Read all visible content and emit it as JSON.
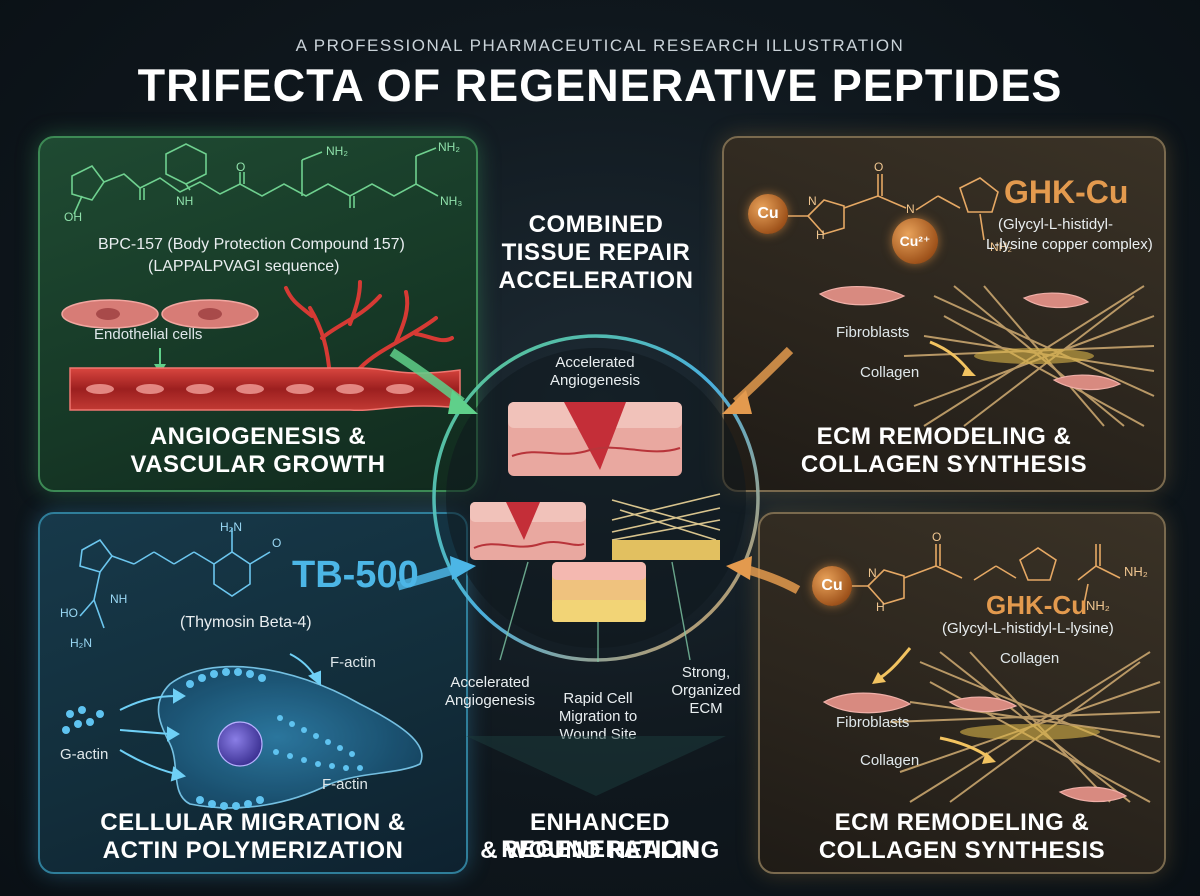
{
  "header": {
    "kicker": "A PROFESSIONAL PHARMACEUTICAL RESEARCH ILLUSTRATION",
    "title": "TRIFECTA OF REGENERATIVE PEPTIDES"
  },
  "bpc": {
    "name_line1": "BPC-157 (Body Protection Compound 157)",
    "name_line2": "(LAPPALPVAGI sequence)",
    "chem_labels": [
      "OH",
      "O",
      "NH",
      "NH₂",
      "NH₂",
      "NH₃"
    ],
    "cells_label": "Endothelial cells",
    "caption_line1": "ANGIOGENESIS &",
    "caption_line2": "VASCULAR GROWTH"
  },
  "ghk_top": {
    "brand": "GHK-Cu",
    "desc_line1": "(Glycyl-L-histidyl-",
    "desc_line2": "L-lysine copper complex)",
    "cu_badge": "Cu",
    "cu2_badge": "Cu²⁺",
    "chem_labels": [
      "N",
      "H",
      "O",
      "N",
      "NH₂"
    ],
    "fibroblasts_label": "Fibroblasts",
    "collagen_label": "Collagen",
    "caption_line1": "ECM REMODELING &",
    "caption_line2": "COLLAGEN SYNTHESIS"
  },
  "center": {
    "heading_line1": "COMBINED",
    "heading_line2": "TISSUE REPAIR",
    "heading_line3": "ACCELERATION",
    "top_label_line1": "Accelerated",
    "top_label_line2": "Angiogenesis",
    "label_left_line1": "Accelerated",
    "label_left_line2": "Angiogenesis",
    "label_mid_line1": "Rapid Cell",
    "label_mid_line2": "Migration to",
    "label_mid_line3": "Wound Site",
    "label_right_line1": "Strong,",
    "label_right_line2": "Organized",
    "label_right_line3": "ECM",
    "caption_line1": "ENHANCED REGENERATION",
    "caption_line2": "& WOUND HEALING"
  },
  "tb": {
    "brand": "TB-500",
    "desc": "(Thymosin Beta-4)",
    "chem_labels": [
      "HO",
      "H₂N",
      "NH",
      "H₂N",
      "O"
    ],
    "factin_top": "F-actin",
    "factin_bottom": "F-actin",
    "gactin": "G-actin",
    "caption_line1": "CELLULAR MIGRATION &",
    "caption_line2": "ACTIN POLYMERIZATION"
  },
  "ghk_bottom": {
    "brand": "GHK-Cu",
    "desc": "(Glycyl-L-histidyl-L-lysine)",
    "cu_badge": "Cu",
    "chem_labels": [
      "N",
      "H",
      "O",
      "NH₂",
      "NH₂"
    ],
    "collagen_top": "Collagen",
    "fibroblasts_label": "Fibroblasts",
    "collagen_bottom": "Collagen",
    "caption_line1": "ECM REMODELING &",
    "caption_line2": "COLLAGEN SYNTHESIS"
  },
  "colors": {
    "bpc_accent": "#4fc27a",
    "tb_accent": "#4cb6e6",
    "ghk_accent": "#e39a4e",
    "vessel_red": "#b82a2a"
  }
}
